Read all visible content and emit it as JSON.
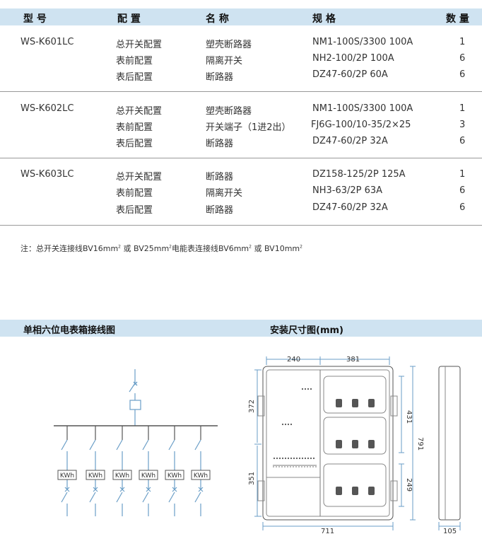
{
  "table": {
    "headers": {
      "model": "型 号",
      "config": "配 置",
      "name": "名 称",
      "spec": "规 格",
      "qty": "数 量"
    },
    "groups": [
      {
        "model": "WS-K601LC",
        "rows": [
          {
            "config": "总开关配置",
            "name": "塑壳断路器",
            "spec": "NM1-100S/3300 100A",
            "qty": "1"
          },
          {
            "config": "表前配置",
            "name": "隔离开关",
            "spec": "NH2-100/2P 100A",
            "qty": "6"
          },
          {
            "config": "表后配置",
            "name": "断路器",
            "spec": "DZ47-60/2P 60A",
            "qty": "6"
          }
        ]
      },
      {
        "model": "WS-K602LC",
        "rows": [
          {
            "config": "总开关配置",
            "name": "塑壳断路器",
            "spec": "NM1-100S/3300 100A",
            "qty": "1"
          },
          {
            "config": "表前配置",
            "name": "开关端子（1进2出）",
            "spec": "FJ6G-100/10-35/2×25",
            "qty": "3"
          },
          {
            "config": "表后配置",
            "name": "断路器",
            "spec": "DZ47-60/2P 32A",
            "qty": "6"
          }
        ]
      },
      {
        "model": "WS-K603LC",
        "rows": [
          {
            "config": "总开关配置",
            "name": "断路器",
            "spec": "DZ158-125/2P 125A",
            "qty": "1"
          },
          {
            "config": "表前配置",
            "name": "隔离开关",
            "spec": "NH3-63/2P  63A",
            "qty": "6"
          },
          {
            "config": "表后配置",
            "name": "断路器",
            "spec": "DZ47-60/2P  32A",
            "qty": "6"
          }
        ]
      }
    ]
  },
  "note": {
    "prefix": "注：总开关连接线BV16mm",
    "sup1": "2",
    "part2": " 或 BV25mm",
    "sup2": "2",
    "part3": "电能表连接线BV6mm",
    "sup3": "2",
    "part4": " 或 BV10mm",
    "sup4": "2"
  },
  "sections": {
    "wiring_title": "单相六位电表箱接线图",
    "dimension_title": "安装尺寸图(mm)"
  },
  "wiring": {
    "meter_labels": [
      "KWh",
      "KWh",
      "KWh",
      "KWh",
      "KWh",
      "KWh"
    ]
  },
  "dimensions": {
    "top_left": "240",
    "top_right": "381",
    "left_upper": "372",
    "left_lower": "351",
    "right_upper": "431",
    "right_lower": "249",
    "right_total": "791",
    "bottom_width": "711",
    "side_depth": "105"
  }
}
